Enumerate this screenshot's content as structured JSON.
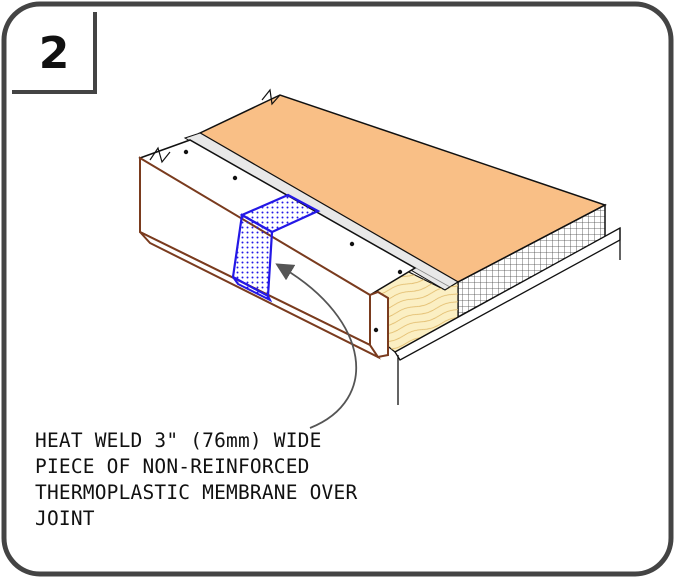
{
  "step_number": "2",
  "note_lines": [
    "HEAT WELD 3\" (76mm) WIDE",
    "PIECE OF NON-REINFORCED",
    "THERMOPLASTIC MEMBRANE OVER",
    "JOINT"
  ],
  "colors": {
    "insulation": "#f9bf86",
    "wood_blocking": "#fbefc3",
    "edge_metal": "#7a3b1e",
    "membrane_strip": "#2418e6",
    "frame": "#444444"
  }
}
